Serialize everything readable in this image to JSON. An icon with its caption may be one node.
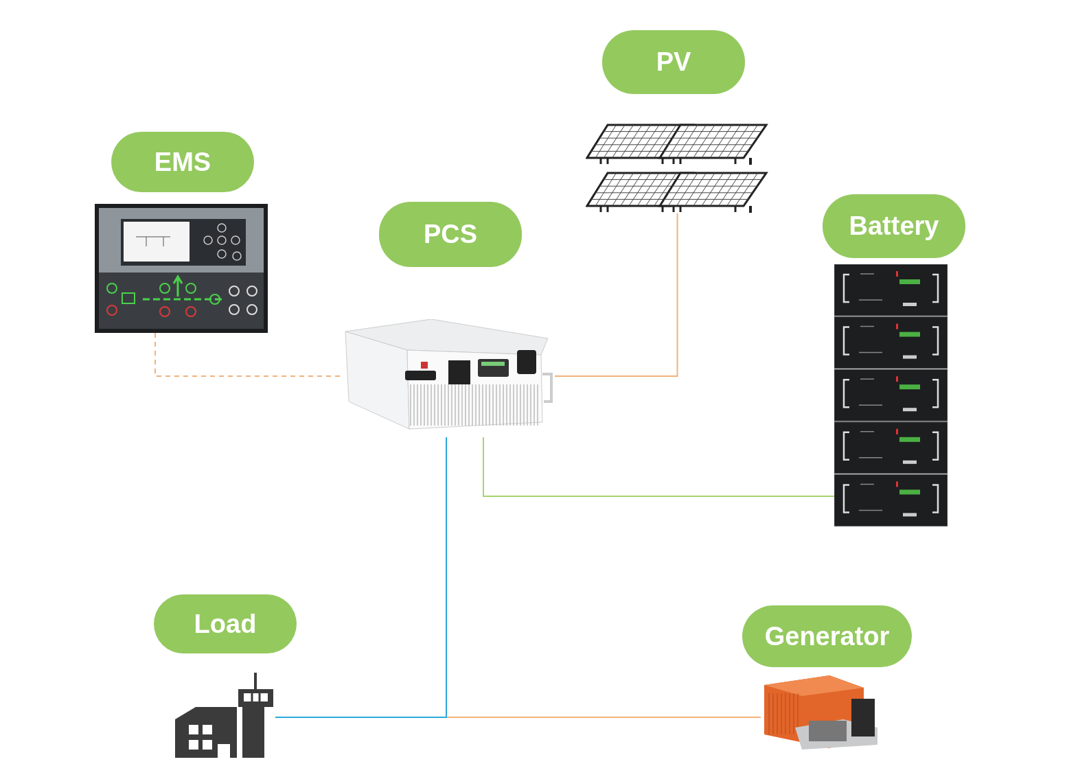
{
  "diagram": {
    "nodes": [
      {
        "text": [
          "EMS"
        ]
      },
      {
        "text": [],
        "shape": "picture"
      },
      {
        "text": [
          "PCS"
        ]
      },
      {
        "text": [],
        "shape": "picture"
      },
      {
        "text": [
          "PV"
        ]
      },
      {
        "text": [],
        "shape": "picture"
      },
      {
        "text": [
          "Battery"
        ]
      },
      {
        "text": [],
        "shape": "picture"
      },
      {
        "text": [
          "Load"
        ]
      },
      {
        "text": [],
        "shape": "picture"
      },
      {
        "text": [
          "Generator"
        ]
      },
      {
        "text": [],
        "shape": "picture"
      }
    ],
    "edges": [
      {
        "from": 1,
        "to": 3,
        "arrow": "none",
        "style": "dashed"
      },
      {
        "from": 5,
        "to": 3,
        "arrow": "none"
      },
      {
        "from": 7,
        "to": 3,
        "arrow": "none",
        "color": "#a5d46f"
      },
      {
        "from": 11,
        "to": 3,
        "arrow": "none"
      },
      {
        "from": 9,
        "to": 3,
        "arrow": "none",
        "color": "#2aa9dc"
      }
    ]
  }
}
